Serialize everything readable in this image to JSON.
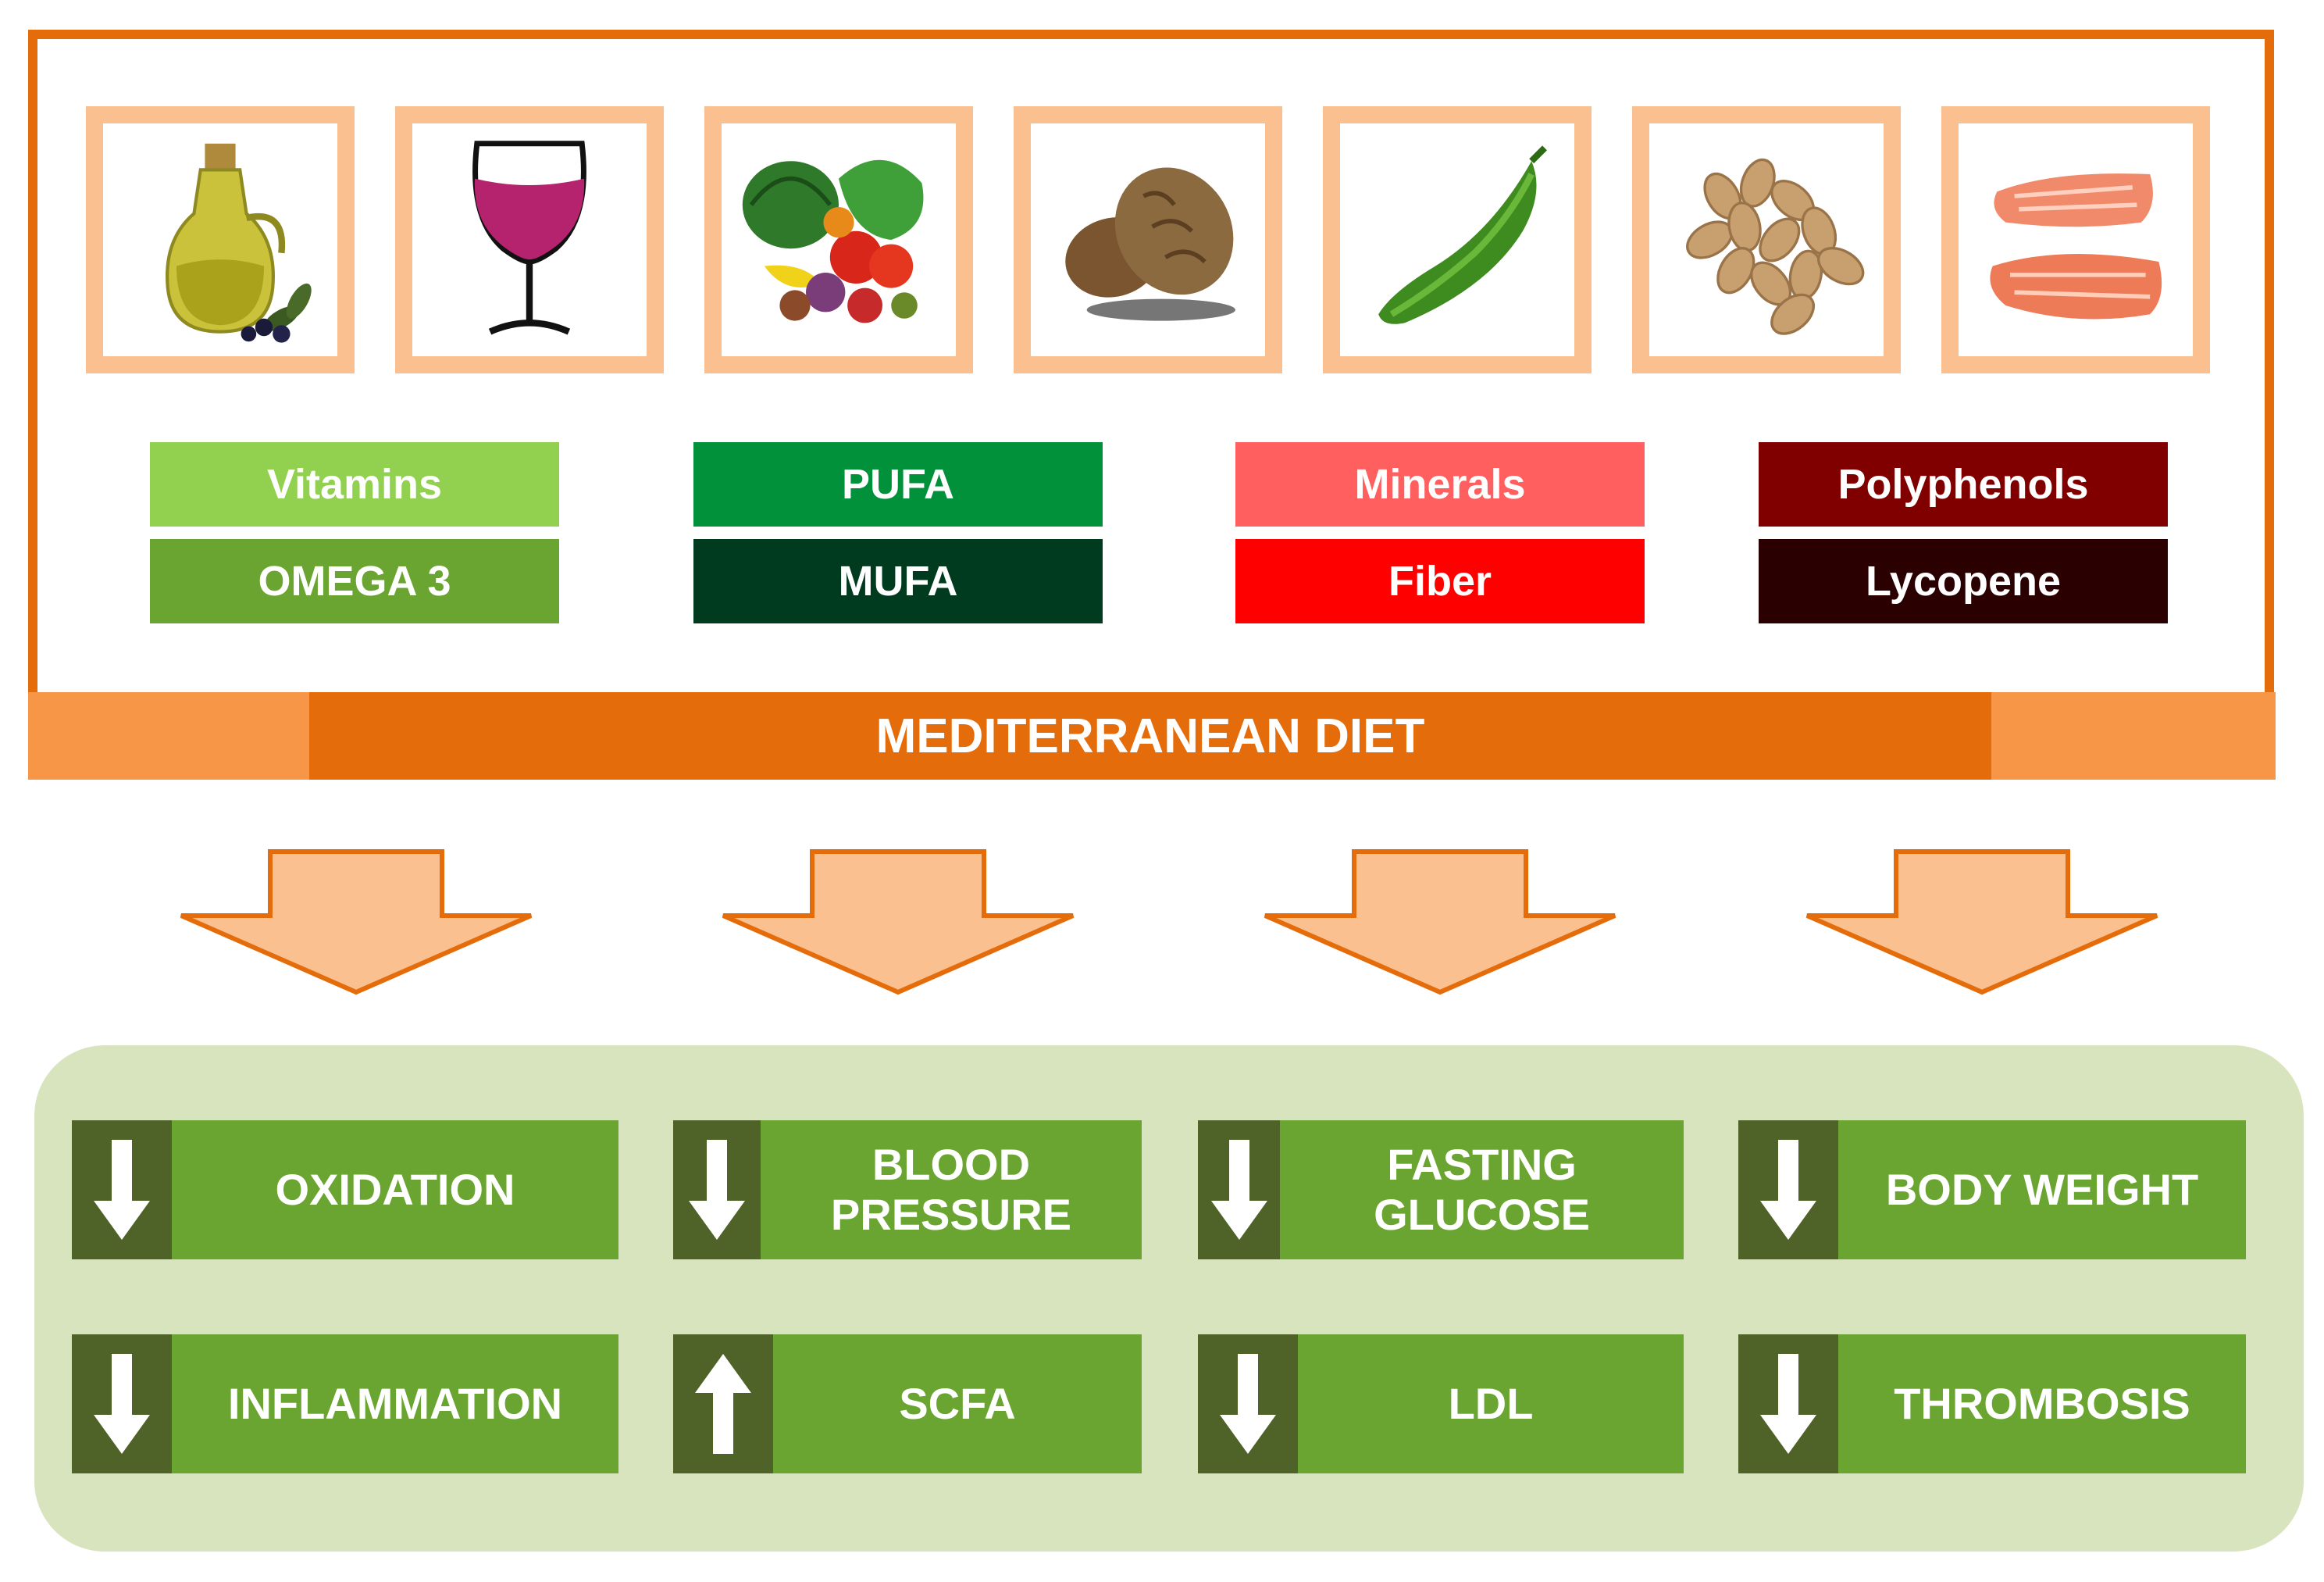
{
  "foods": [
    {
      "icon": "olive-oil-icon"
    },
    {
      "icon": "red-wine-icon"
    },
    {
      "icon": "fruits-vegetables-icon"
    },
    {
      "icon": "bread-icon"
    },
    {
      "icon": "legume-icon"
    },
    {
      "icon": "nuts-icon"
    },
    {
      "icon": "fish-icon"
    }
  ],
  "nutrients": [
    {
      "label": "Vitamins",
      "color": "#92d050"
    },
    {
      "label": "OMEGA 3",
      "color": "#6aa531"
    },
    {
      "label": "PUFA",
      "color": "#00913a"
    },
    {
      "label": "MUFA",
      "color": "#003a1f"
    },
    {
      "label": "Minerals",
      "color": "#ff5f5f"
    },
    {
      "label": "Fiber",
      "color": "#ff0000"
    },
    {
      "label": "Polyphenols",
      "color": "#800000"
    },
    {
      "label": "Lycopene",
      "color": "#2a0000"
    }
  ],
  "banner": {
    "label": "MEDITERRANEAN DIET"
  },
  "effects": [
    {
      "label": "OXIDATION",
      "direction": "down"
    },
    {
      "label": "BLOOD PRESSURE",
      "direction": "down"
    },
    {
      "label": "FASTING GLUCOSE",
      "direction": "down"
    },
    {
      "label": "BODY WEIGHT",
      "direction": "down"
    },
    {
      "label": "INFLAMMATION",
      "direction": "down"
    },
    {
      "label": "SCFA",
      "direction": "up"
    },
    {
      "label": "LDL",
      "direction": "down"
    },
    {
      "label": "THROMBOSIS",
      "direction": "down"
    }
  ],
  "colors": {
    "frame": "#e46c0a",
    "banner_side": "#f79646",
    "tile_border": "#fac090",
    "panel": "#d7e4bd",
    "effect_label": "#6aa531",
    "effect_indicator": "#4f6228"
  }
}
